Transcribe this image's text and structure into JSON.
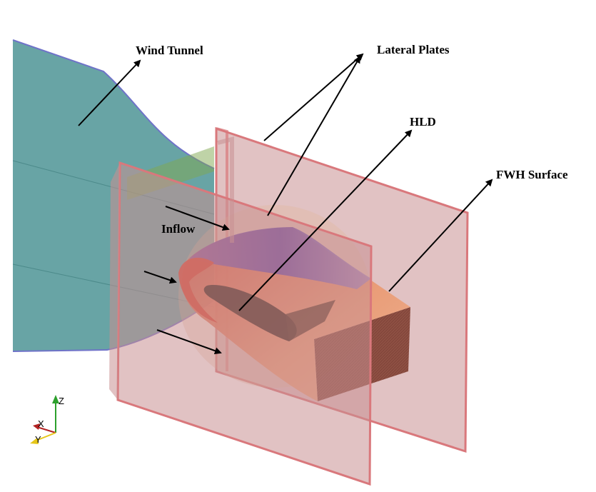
{
  "labels": {
    "wind_tunnel": "Wind Tunnel",
    "lateral_plates": "Lateral Plates",
    "hld": "HLD",
    "fwh_surface": "FWH Surface",
    "inflow": "Inflow"
  },
  "axes": {
    "z": "Z",
    "x": "X",
    "y": "Y"
  },
  "colors": {
    "tunnel_fill": "#3d8a8c",
    "tunnel_edge": "#6f73c8",
    "plate_fill": "#c98f92",
    "plate_edge": "#d9787c",
    "fwh_fill": "#e2b89c",
    "hld_leading": "#d8422e",
    "hld_top": "#6a4bb0",
    "hld_body": "#e8906c",
    "box_side": "#8a4a3c",
    "axis_z": "#2ca02c",
    "axis_x": "#b22222",
    "axis_y": "#e6c619",
    "arrow": "#000000"
  }
}
